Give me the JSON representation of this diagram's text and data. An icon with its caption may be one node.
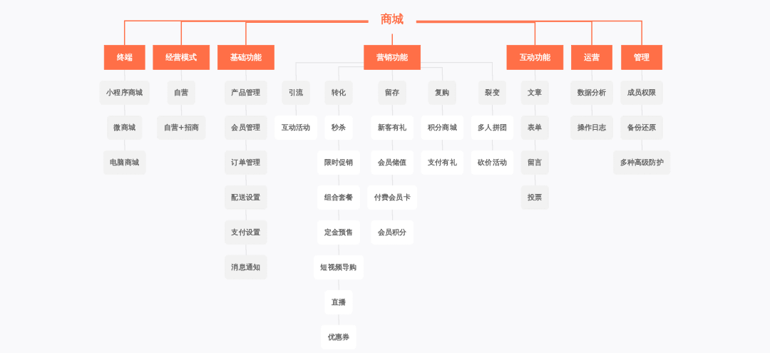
{
  "diagram": {
    "nodes": [
      {
        "text": [
          "商城"
        ]
      },
      {
        "text": [
          "终端"
        ]
      },
      {
        "text": [
          "经营模式"
        ]
      },
      {
        "text": [
          "基础功能"
        ]
      },
      {
        "text": [
          "营销功能"
        ]
      },
      {
        "text": [
          "互动功能"
        ]
      },
      {
        "text": [
          "运营"
        ]
      },
      {
        "text": [
          "管理"
        ]
      },
      {
        "text": [
          "小程序商城"
        ]
      },
      {
        "text": [
          "微商城"
        ]
      },
      {
        "text": [
          "电脑商城"
        ]
      },
      {
        "text": [
          "自营"
        ]
      },
      {
        "text": [
          "自营+招商"
        ]
      },
      {
        "text": [
          "产品管理"
        ]
      },
      {
        "text": [
          "会员管理"
        ]
      },
      {
        "text": [
          "订单管理"
        ]
      },
      {
        "text": [
          "配送设置"
        ]
      },
      {
        "text": [
          "支付设置"
        ]
      },
      {
        "text": [
          "消息通知"
        ]
      },
      {
        "text": [
          "引流"
        ]
      },
      {
        "text": [
          "互动活动"
        ]
      },
      {
        "text": [
          "转化"
        ]
      },
      {
        "text": [
          "秒杀"
        ]
      },
      {
        "text": [
          "限时促销"
        ]
      },
      {
        "text": [
          "组合套餐"
        ]
      },
      {
        "text": [
          "定金预售"
        ]
      },
      {
        "text": [
          "短视频导购"
        ]
      },
      {
        "text": [
          "直播"
        ]
      },
      {
        "text": [
          "优惠券"
        ]
      },
      {
        "text": [
          "留存"
        ]
      },
      {
        "text": [
          "新客有礼"
        ]
      },
      {
        "text": [
          "会员储值"
        ]
      },
      {
        "text": [
          "付费会员卡"
        ]
      },
      {
        "text": [
          "会员积分"
        ]
      },
      {
        "text": [
          "复购"
        ]
      },
      {
        "text": [
          "积分商城"
        ]
      },
      {
        "text": [
          "支付有礼"
        ]
      },
      {
        "text": [
          "裂变"
        ]
      },
      {
        "text": [
          "多人拼团"
        ]
      },
      {
        "text": [
          "砍价活动"
        ]
      },
      {
        "text": [
          "文章"
        ]
      },
      {
        "text": [
          "表单"
        ]
      },
      {
        "text": [
          "留言"
        ]
      },
      {
        "text": [
          "投票"
        ]
      },
      {
        "text": [
          "数据分析"
        ]
      },
      {
        "text": [
          "操作日志"
        ]
      },
      {
        "text": [
          "成员权限"
        ]
      },
      {
        "text": [
          "备份还原"
        ]
      },
      {
        "text": [
          "多种高级防护"
        ]
      }
    ],
    "edges": [
      {
        "from": 0,
        "to": 1,
        "arrow": "none",
        "color": "#ff6f47"
      },
      {
        "from": 0,
        "to": 2,
        "arrow": "none",
        "color": "#ff6f47"
      },
      {
        "from": 0,
        "to": 3,
        "arrow": "none",
        "color": "#ff6f47"
      },
      {
        "from": 0,
        "to": 4,
        "arrow": "none",
        "color": "#ff6f47"
      },
      {
        "from": 0,
        "to": 5,
        "arrow": "none",
        "color": "#ff6f47"
      },
      {
        "from": 0,
        "to": 6,
        "arrow": "none",
        "color": "#ff6f47"
      },
      {
        "from": 0,
        "to": 7,
        "arrow": "none",
        "color": "#ff6f47"
      },
      {
        "from": 1,
        "to": 8,
        "arrow": "none"
      },
      {
        "from": 8,
        "to": 9,
        "arrow": "none"
      },
      {
        "from": 9,
        "to": 10,
        "arrow": "none"
      },
      {
        "from": 2,
        "to": 11,
        "arrow": "none"
      },
      {
        "from": 11,
        "to": 12,
        "arrow": "none"
      },
      {
        "from": 3,
        "to": 13,
        "arrow": "none"
      },
      {
        "from": 13,
        "to": 14,
        "arrow": "none"
      },
      {
        "from": 14,
        "to": 15,
        "arrow": "none"
      },
      {
        "from": 15,
        "to": 16,
        "arrow": "none"
      },
      {
        "from": 16,
        "to": 17,
        "arrow": "none"
      },
      {
        "from": 17,
        "to": 18,
        "arrow": "none"
      },
      {
        "from": 4,
        "to": 19,
        "arrow": "none"
      },
      {
        "from": 4,
        "to": 21,
        "arrow": "none"
      },
      {
        "from": 4,
        "to": 29,
        "arrow": "none"
      },
      {
        "from": 4,
        "to": 34,
        "arrow": "none"
      },
      {
        "from": 4,
        "to": 37,
        "arrow": "none"
      },
      {
        "from": 19,
        "to": 20,
        "arrow": "none"
      },
      {
        "from": 21,
        "to": 22,
        "arrow": "none"
      },
      {
        "from": 22,
        "to": 23,
        "arrow": "none"
      },
      {
        "from": 23,
        "to": 24,
        "arrow": "none"
      },
      {
        "from": 24,
        "to": 25,
        "arrow": "none"
      },
      {
        "from": 25,
        "to": 26,
        "arrow": "none"
      },
      {
        "from": 26,
        "to": 27,
        "arrow": "none"
      },
      {
        "from": 27,
        "to": 28,
        "arrow": "none"
      },
      {
        "from": 29,
        "to": 30,
        "arrow": "none"
      },
      {
        "from": 30,
        "to": 31,
        "arrow": "none"
      },
      {
        "from": 31,
        "to": 32,
        "arrow": "none"
      },
      {
        "from": 32,
        "to": 33,
        "arrow": "none"
      },
      {
        "from": 34,
        "to": 35,
        "arrow": "none"
      },
      {
        "from": 35,
        "to": 36,
        "arrow": "none"
      },
      {
        "from": 37,
        "to": 38,
        "arrow": "none"
      },
      {
        "from": 38,
        "to": 39,
        "arrow": "none"
      },
      {
        "from": 5,
        "to": 40,
        "arrow": "none"
      },
      {
        "from": 40,
        "to": 41,
        "arrow": "none"
      },
      {
        "from": 41,
        "to": 42,
        "arrow": "none"
      },
      {
        "from": 42,
        "to": 43,
        "arrow": "none"
      },
      {
        "from": 6,
        "to": 44,
        "arrow": "none"
      },
      {
        "from": 44,
        "to": 45,
        "arrow": "none"
      },
      {
        "from": 7,
        "to": 46,
        "arrow": "none"
      },
      {
        "from": 46,
        "to": 47,
        "arrow": "none"
      },
      {
        "from": 47,
        "to": 48,
        "arrow": "none"
      }
    ]
  }
}
